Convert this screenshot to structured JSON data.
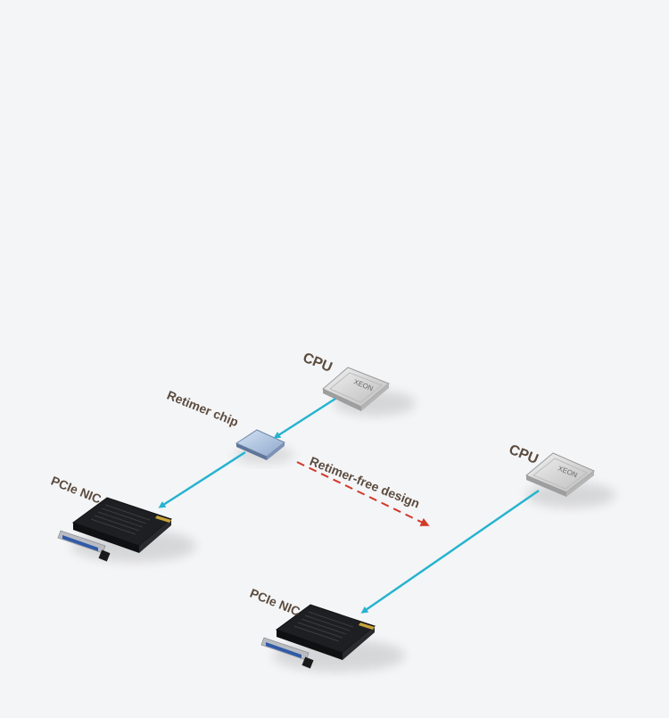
{
  "diagram": {
    "left": {
      "cpu_label": "CPU",
      "cpu_chip_text": "XEON",
      "retimer_label": "Retimer chip",
      "nic_label": "PCIe NIC"
    },
    "right": {
      "cpu_label": "CPU",
      "cpu_chip_text": "XEON",
      "nic_label": "PCIe NIC"
    },
    "retimer_free_label": "Retimer-free design",
    "colors": {
      "link": "#27b3cf",
      "retimer_free_arrow": "#d23a2a",
      "label_text": "#5b4b3e",
      "background": "#f4f5f7"
    }
  }
}
